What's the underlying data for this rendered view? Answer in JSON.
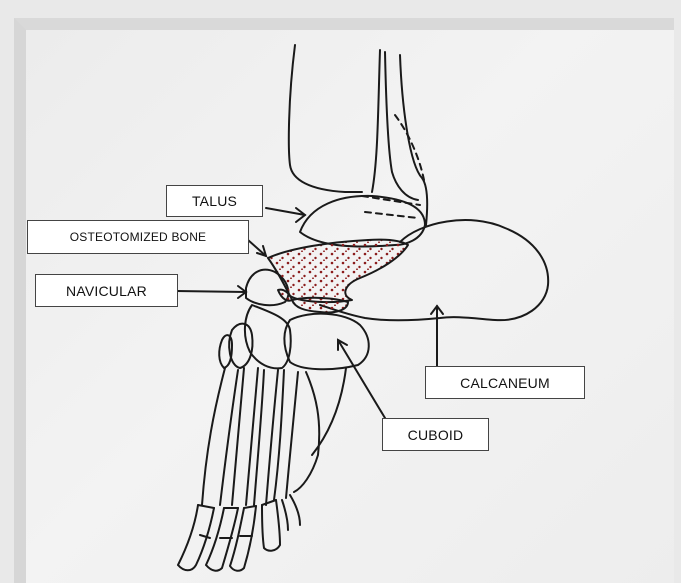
{
  "labels": {
    "talus": "TALUS",
    "osteotomized_bone": "OSTEOTOMIZED BONE",
    "navicular": "NAVICULAR",
    "calcaneum": "CALCANEUM",
    "cuboid": "CUBOID"
  },
  "colors": {
    "line": "#1a1a1a",
    "graft_dots": "#8b1c1c",
    "label_bg": "#ffffff"
  }
}
